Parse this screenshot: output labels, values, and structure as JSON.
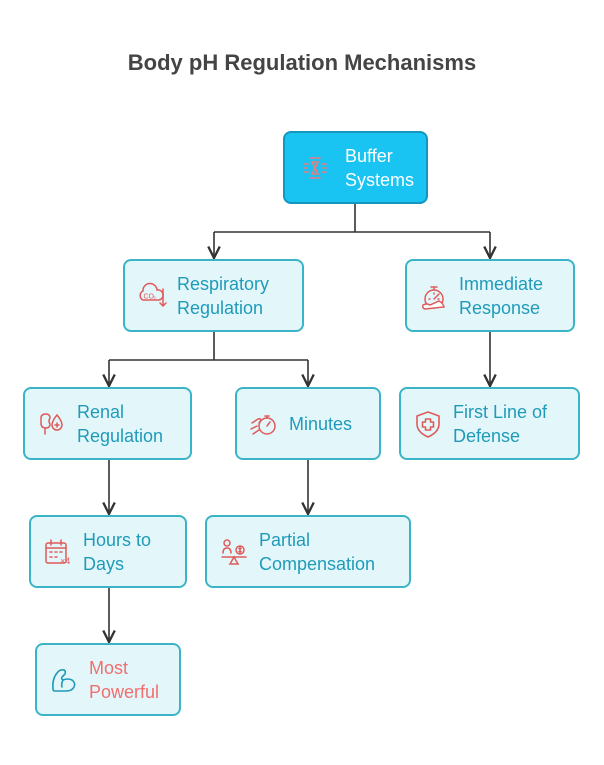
{
  "title": "Body pH Regulation Mechanisms",
  "colors": {
    "accent": "#1f9bb9",
    "border": "#3bb4c8",
    "root_fill": "#19c3f2",
    "icon_red": "#e05a5a",
    "highlight_text": "#f26e6e"
  },
  "nodes": {
    "buffer": {
      "label": "Buffer\nSystems",
      "icon": "filter-icon"
    },
    "respiratory": {
      "label": "Respiratory\nRegulation",
      "icon": "co2-icon"
    },
    "immediate": {
      "label": "Immediate\nResponse",
      "icon": "speedometer-icon"
    },
    "renal": {
      "label": "Renal\nRegulation",
      "icon": "kidney-icon"
    },
    "minutes": {
      "label": "Minutes",
      "icon": "stopwatch-icon"
    },
    "first_line": {
      "label": "First Line of\nDefense",
      "icon": "shield-cross-icon"
    },
    "hours": {
      "label": "Hours to\nDays",
      "icon": "calendar-x4-icon"
    },
    "partial": {
      "label": "Partial\nCompensation",
      "icon": "balance-icon"
    },
    "powerful": {
      "label": "Most\nPowerful",
      "icon": "flexed-arm-icon"
    }
  }
}
